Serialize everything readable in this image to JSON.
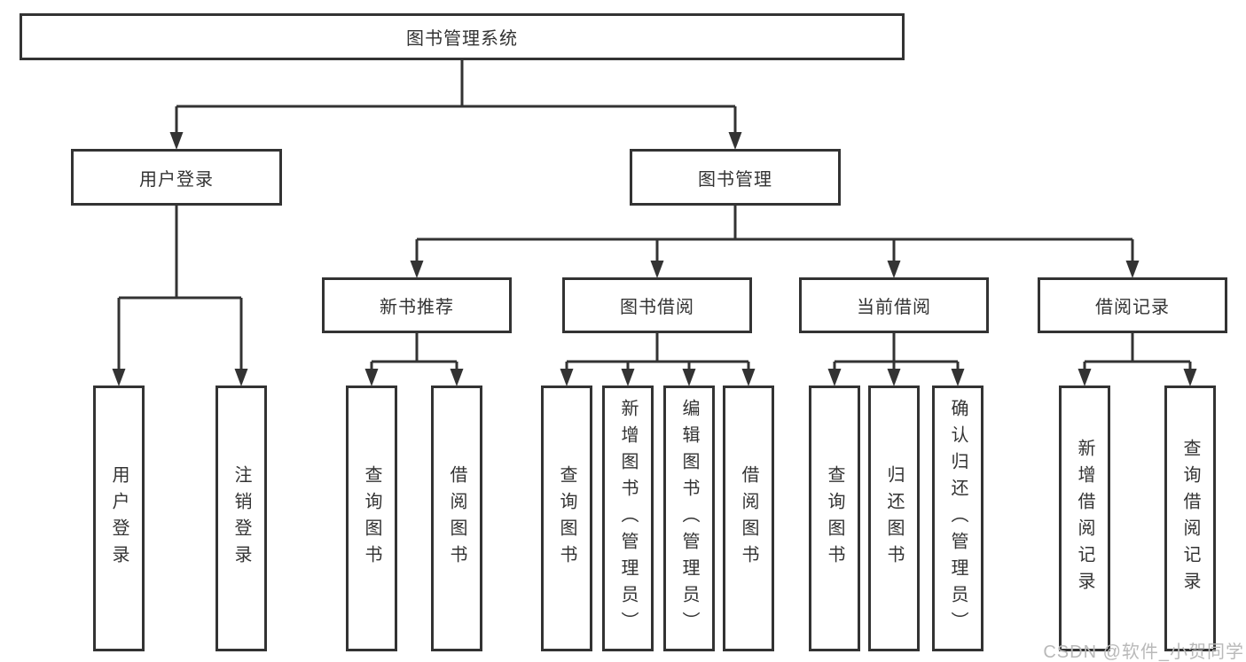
{
  "tree": {
    "root": "图书管理系统",
    "level2": [
      {
        "label": "用户登录",
        "leaves": [
          "用户登录",
          "注销登录"
        ]
      },
      {
        "label": "图书管理",
        "children": [
          {
            "label": "新书推荐",
            "leaves": [
              "查询图书",
              "借阅图书"
            ]
          },
          {
            "label": "图书借阅",
            "leaves": [
              "查询图书",
              "新增图书（管理员）",
              "编辑图书（管理员）",
              "借阅图书"
            ]
          },
          {
            "label": "当前借阅",
            "leaves": [
              "查询图书",
              "归还图书",
              "确认归还（管理员）"
            ]
          },
          {
            "label": "借阅记录",
            "leaves": [
              "新增借阅记录",
              "查询借阅记录"
            ]
          }
        ]
      }
    ]
  },
  "watermark": "CSDN @软件_小贺同学",
  "colors": {
    "line": "#333333",
    "text": "#333333",
    "box_background": "#ffffff",
    "watermark": "#b9b9b9",
    "background": "#ffffff"
  }
}
